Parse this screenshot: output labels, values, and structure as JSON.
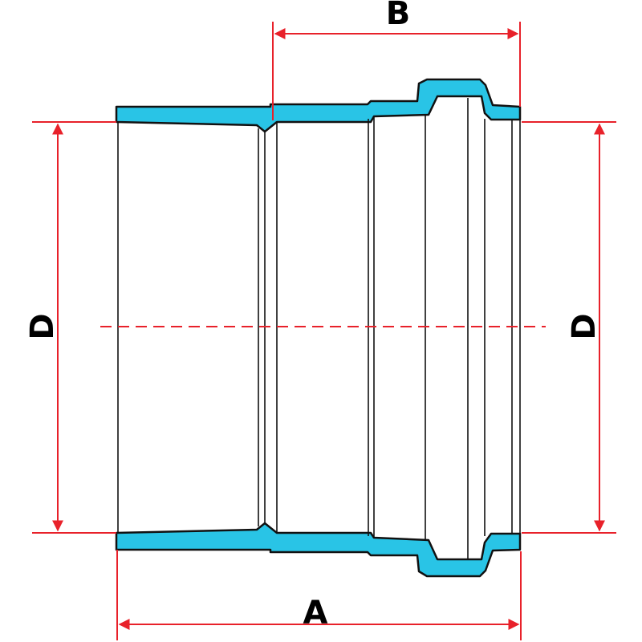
{
  "labels": {
    "a": "A",
    "b": "B",
    "d_left": "D",
    "d_right": "D"
  },
  "colors": {
    "dimension": "#e8212a",
    "pipe_wall": "#29c4e6",
    "outline": "#111111",
    "centerline": "#e8212a"
  }
}
